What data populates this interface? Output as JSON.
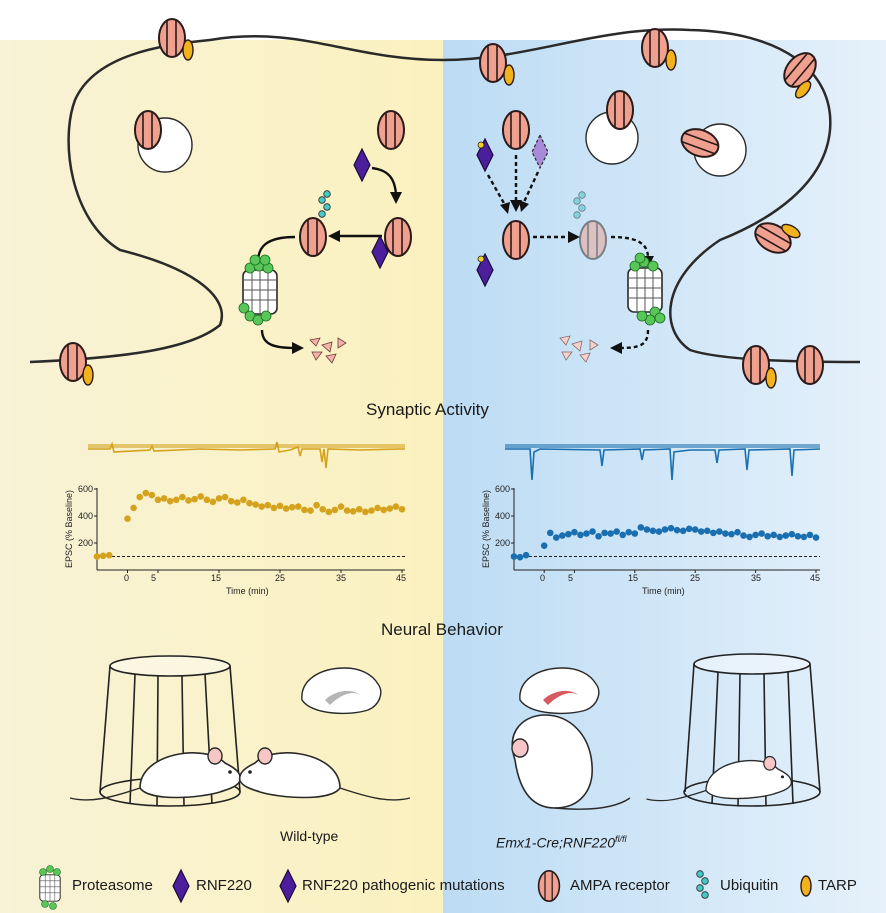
{
  "sections": {
    "synaptic_activity": "Synaptic Activity",
    "neural_behavior": "Neural Behavior"
  },
  "genotypes": {
    "wild_type": "Wild-type",
    "mutant_main": "Emx1-Cre;RNF220",
    "mutant_sup": "fl/fl"
  },
  "legend": {
    "proteasome": "Proteasome",
    "rnf220": "RNF220",
    "rnf220_mut": "RNF220 pathogenic mutations",
    "ampa": "AMPA receptor",
    "ubiquitin": "Ubiquitin",
    "tarp": "TARP"
  },
  "colors": {
    "wt_series": "#d4a21c",
    "mut_series": "#1a6fb0",
    "ampa_fill": "#f0a08e",
    "ampa_stroke": "#2a1a1a",
    "tarp": "#f2b21c",
    "rnf220": "#4b1f9c",
    "rnf220_mut": "#a78ad8",
    "proteasome": "#58c659",
    "ubiquitin": "#45c8c8"
  },
  "chart_data": [
    {
      "type": "scatter",
      "title": "",
      "xlabel": "Time (min)",
      "ylabel": "EPSC (% Baseline)",
      "xticks": [
        "0",
        "5",
        "15",
        "25",
        "35",
        "45"
      ],
      "yticks": [
        "200",
        "400",
        "600"
      ],
      "xlim": [
        -5,
        45
      ],
      "ylim": [
        0,
        600
      ],
      "baseline": 100,
      "series": [
        {
          "x": [
            -5,
            -4,
            -3,
            0,
            1,
            2,
            3,
            4,
            5,
            6,
            7,
            8,
            9,
            10,
            11,
            12,
            13,
            14,
            15,
            16,
            17,
            18,
            19,
            20,
            21,
            22,
            23,
            24,
            25,
            26,
            27,
            28,
            29,
            30,
            31,
            32,
            33,
            34,
            35,
            36,
            37,
            38,
            39,
            40,
            41,
            42,
            43,
            44,
            45
          ],
          "y": [
            100,
            105,
            110,
            380,
            460,
            540,
            570,
            555,
            520,
            530,
            510,
            520,
            540,
            515,
            525,
            545,
            520,
            505,
            530,
            540,
            510,
            500,
            520,
            495,
            485,
            470,
            480,
            460,
            475,
            455,
            465,
            470,
            445,
            440,
            480,
            450,
            430,
            445,
            470,
            440,
            435,
            450,
            430,
            440,
            460,
            445,
            455,
            470,
            450
          ]
        }
      ]
    },
    {
      "type": "scatter",
      "title": "",
      "xlabel": "Time (min)",
      "ylabel": "EPSC (% Baseline)",
      "xticks": [
        "0",
        "5",
        "15",
        "25",
        "35",
        "45"
      ],
      "yticks": [
        "200",
        "400",
        "600"
      ],
      "xlim": [
        -5,
        45
      ],
      "ylim": [
        0,
        600
      ],
      "baseline": 100,
      "series": [
        {
          "x": [
            -5,
            -4,
            -3,
            0,
            1,
            2,
            3,
            4,
            5,
            6,
            7,
            8,
            9,
            10,
            11,
            12,
            13,
            14,
            15,
            16,
            17,
            18,
            19,
            20,
            21,
            22,
            23,
            24,
            25,
            26,
            27,
            28,
            29,
            30,
            31,
            32,
            33,
            34,
            35,
            36,
            37,
            38,
            39,
            40,
            41,
            42,
            43,
            44,
            45
          ],
          "y": [
            100,
            95,
            110,
            180,
            275,
            240,
            255,
            265,
            280,
            260,
            270,
            285,
            250,
            275,
            270,
            285,
            260,
            280,
            270,
            315,
            300,
            290,
            285,
            300,
            310,
            295,
            290,
            305,
            300,
            285,
            290,
            275,
            285,
            270,
            265,
            280,
            255,
            245,
            260,
            270,
            250,
            260,
            245,
            255,
            265,
            250,
            245,
            260,
            240
          ]
        }
      ]
    }
  ]
}
